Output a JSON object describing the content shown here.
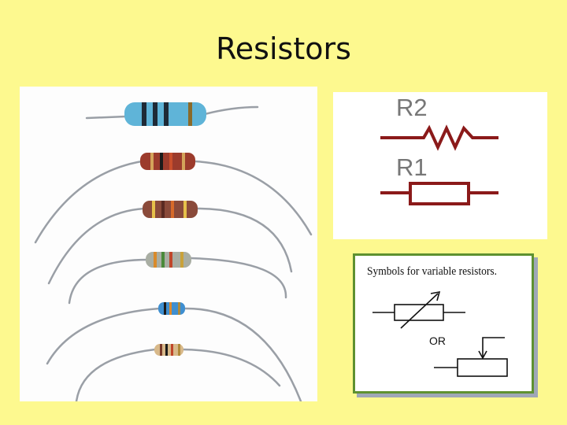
{
  "slide": {
    "title": "Resistors"
  },
  "symbols": {
    "r2_label": "R2",
    "r1_label": "R1",
    "symbol_color": "#8b1a1a"
  },
  "variable": {
    "heading": "Symbols for variable resistors.",
    "or_label": "OR"
  },
  "photo": {
    "resistor_count": 6
  }
}
